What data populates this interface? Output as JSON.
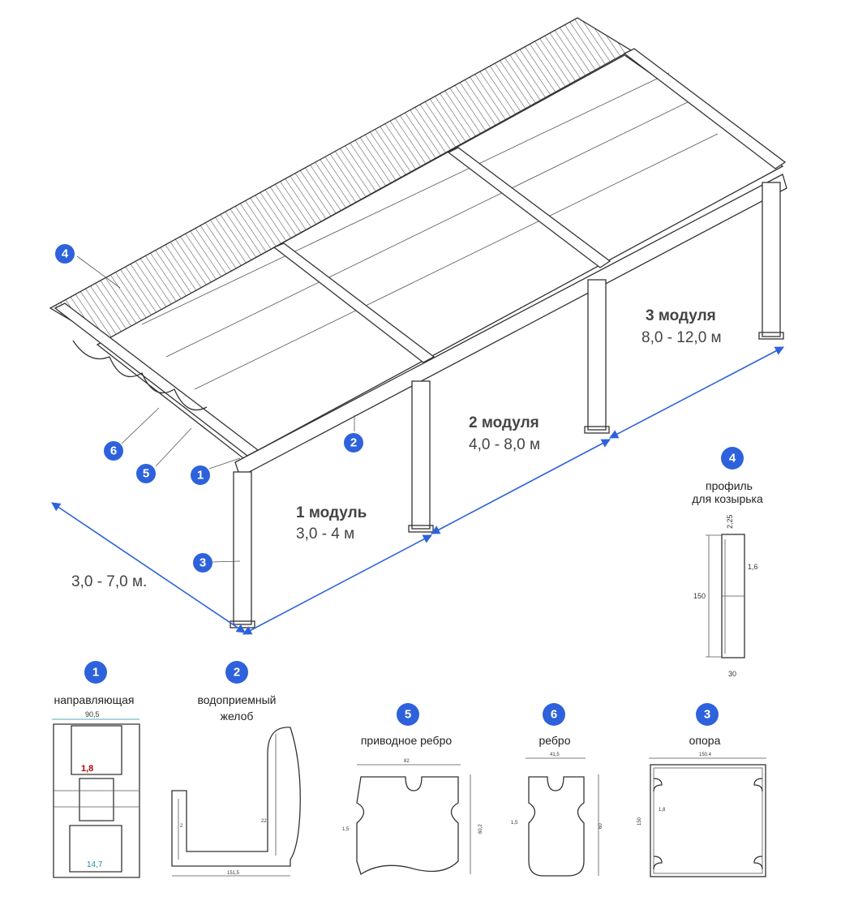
{
  "main_view": {
    "module_labels": [
      {
        "title": "1 модуль",
        "range": "3,0 - 4 м"
      },
      {
        "title": "2 модуля",
        "range": "4,0 - 8,0 м"
      },
      {
        "title": "3 модуля",
        "range": "8,0 - 12,0 м"
      }
    ],
    "depth_label": "3,0 - 7,0 м.",
    "callouts": [
      "1",
      "2",
      "3",
      "4",
      "5",
      "6"
    ]
  },
  "profiles": [
    {
      "num": "1",
      "name": "направляющая",
      "dims": [
        "90,5",
        "1,8",
        "14,7"
      ]
    },
    {
      "num": "2",
      "name": "водоприемный",
      "name2": "желоб",
      "dims": [
        "2",
        "22",
        "151,5"
      ]
    },
    {
      "num": "5",
      "name": "приводное ребро",
      "dims": [
        "82",
        "1,5",
        "60,2"
      ]
    },
    {
      "num": "6",
      "name": "ребро",
      "dims": [
        "41,5",
        "1,5",
        "60"
      ]
    },
    {
      "num": "3",
      "name": "опора",
      "dims": [
        "150,4",
        "1,8",
        "150"
      ]
    },
    {
      "num": "4",
      "name": "профиль",
      "name2": "для козырька",
      "dims": [
        "2,25",
        "1,6",
        "150",
        "30"
      ]
    }
  ],
  "colors": {
    "accent": "#2e62dc",
    "line": "#333333",
    "dim_red": "#b30000",
    "dim_cyan": "#1a8fa0"
  }
}
